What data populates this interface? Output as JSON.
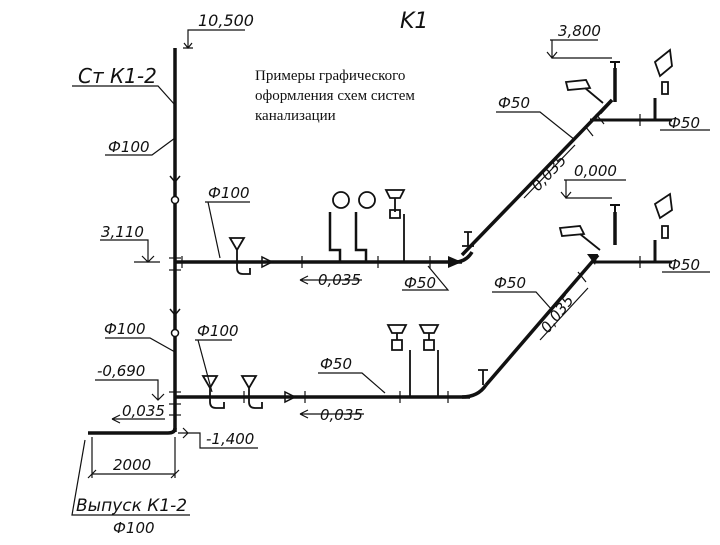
{
  "caption": "Примеры графического оформления схем систем канализации",
  "labels": {
    "system": "K1",
    "riser": "Ст К1-2",
    "level_top": "10,500",
    "level_upper_floor": "3,110",
    "level_lower_floor": "-0,690",
    "level_outlet": "-1,400",
    "level_right_upper": "3,800",
    "level_right_lower": "0,000",
    "riser_d100": "Ф100",
    "riser_d100_lower": "Ф100",
    "branch_upper_d100": "Ф100",
    "branch_lower_d100": "Ф100",
    "pipe_upper_d50": "Ф50",
    "pipe_lower_d50": "Ф50",
    "diag_upper_d50": "Ф50",
    "diag_lower_d50": "Ф50",
    "right_upper_d50": "Ф50",
    "right_lower_d50": "Ф50",
    "slope_upper": "0,035",
    "slope_lower": "0,035",
    "slope_diag_upper": "0,035",
    "slope_diag_lower": "0,035",
    "slope_riser": "0,035",
    "outlet_length": "2000",
    "outlet_name": "Выпуск К1-2",
    "outlet_diameter": "Ф100"
  }
}
